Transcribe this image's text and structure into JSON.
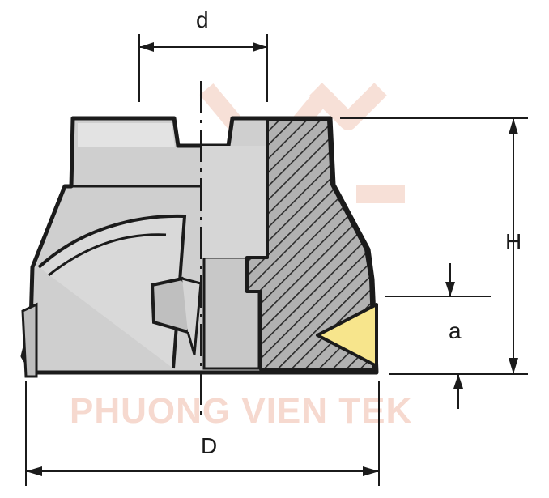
{
  "labels": {
    "d": "d",
    "D": "D",
    "H": "H",
    "a": "a"
  },
  "watermark": {
    "text": "PHUONG VIEN TEK",
    "color": "#f6d9cf"
  },
  "colors": {
    "body_fill": "#cfcfcf",
    "body_light": "#e2e2e2",
    "outline": "#1b1b1b",
    "section_fill": "#a7a7a7",
    "insert_fill": "#f7e58c"
  }
}
